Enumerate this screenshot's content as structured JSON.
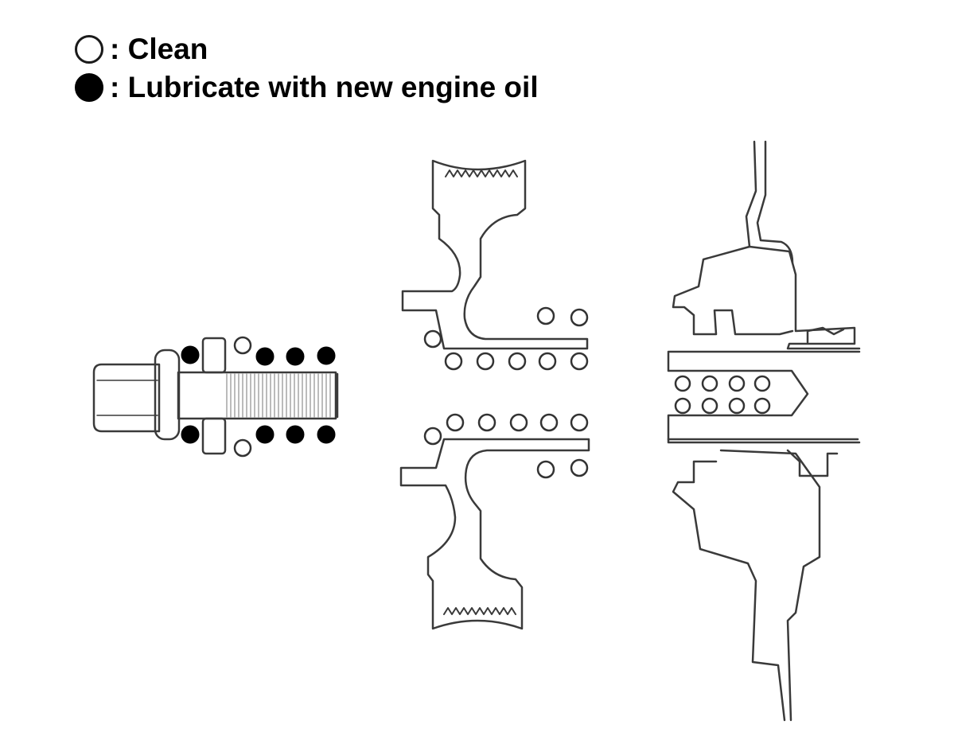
{
  "legend": {
    "clean": {
      "symbol": "open-circle",
      "label": ": Clean"
    },
    "lubricate": {
      "symbol": "filled-circle",
      "label": ": Lubricate with new engine oil"
    }
  },
  "colors": {
    "line": "#3a3a3a",
    "filled": "#000000",
    "background": "#ffffff"
  }
}
